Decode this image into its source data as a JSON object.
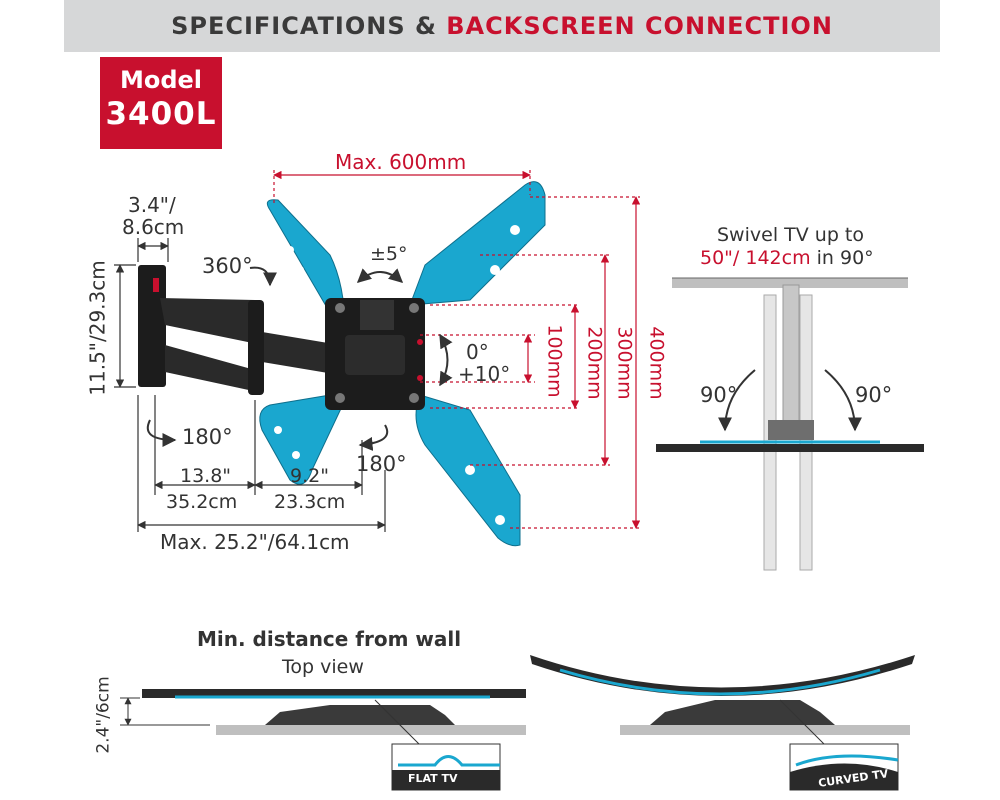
{
  "banner": {
    "title_part1": "SPECIFICATIONS & ",
    "title_part2": "BACKSCREEN CONNECTION"
  },
  "model": {
    "line1": "Model",
    "line2": "3400L"
  },
  "dimensions": {
    "vesa_width": "Max. 600mm",
    "depth_in": "3.4\"/",
    "depth_cm": "8.6cm",
    "wallplate_height": "11.5\"/29.3cm",
    "rotation": "360°",
    "level": "±5°",
    "tilt_top": "0°",
    "tilt_bottom": "+10°",
    "vesa_100": "100mm",
    "vesa_200": "200mm",
    "vesa_300": "300mm",
    "vesa_400": "400mm",
    "arm_swivel_left": "180°",
    "arm_swivel_right": "180°",
    "arm1_in": "13.8\"",
    "arm1_cm": "35.2cm",
    "arm2_in": "9.2\"",
    "arm2_cm": "23.3cm",
    "max_extension": "Max. 25.2\"/64.1cm"
  },
  "swivel": {
    "line1": "Swivel TV up to",
    "line2_red": "50\"/ 142cm",
    "line2_rest": " in 90°",
    "left_angle": "90°",
    "right_angle": "90°"
  },
  "wall_distance": {
    "title": "Min. distance from wall",
    "subtitle": "Top view",
    "measure": "2.4\"/6cm",
    "flat_label": "FLAT TV",
    "curved_label": "CURVED TV"
  },
  "colors": {
    "accent_red": "#c8102e",
    "bracket_blue": "#1aa7cf",
    "mount_black": "#1c1c1c",
    "banner_grey": "#d6d7d8"
  }
}
